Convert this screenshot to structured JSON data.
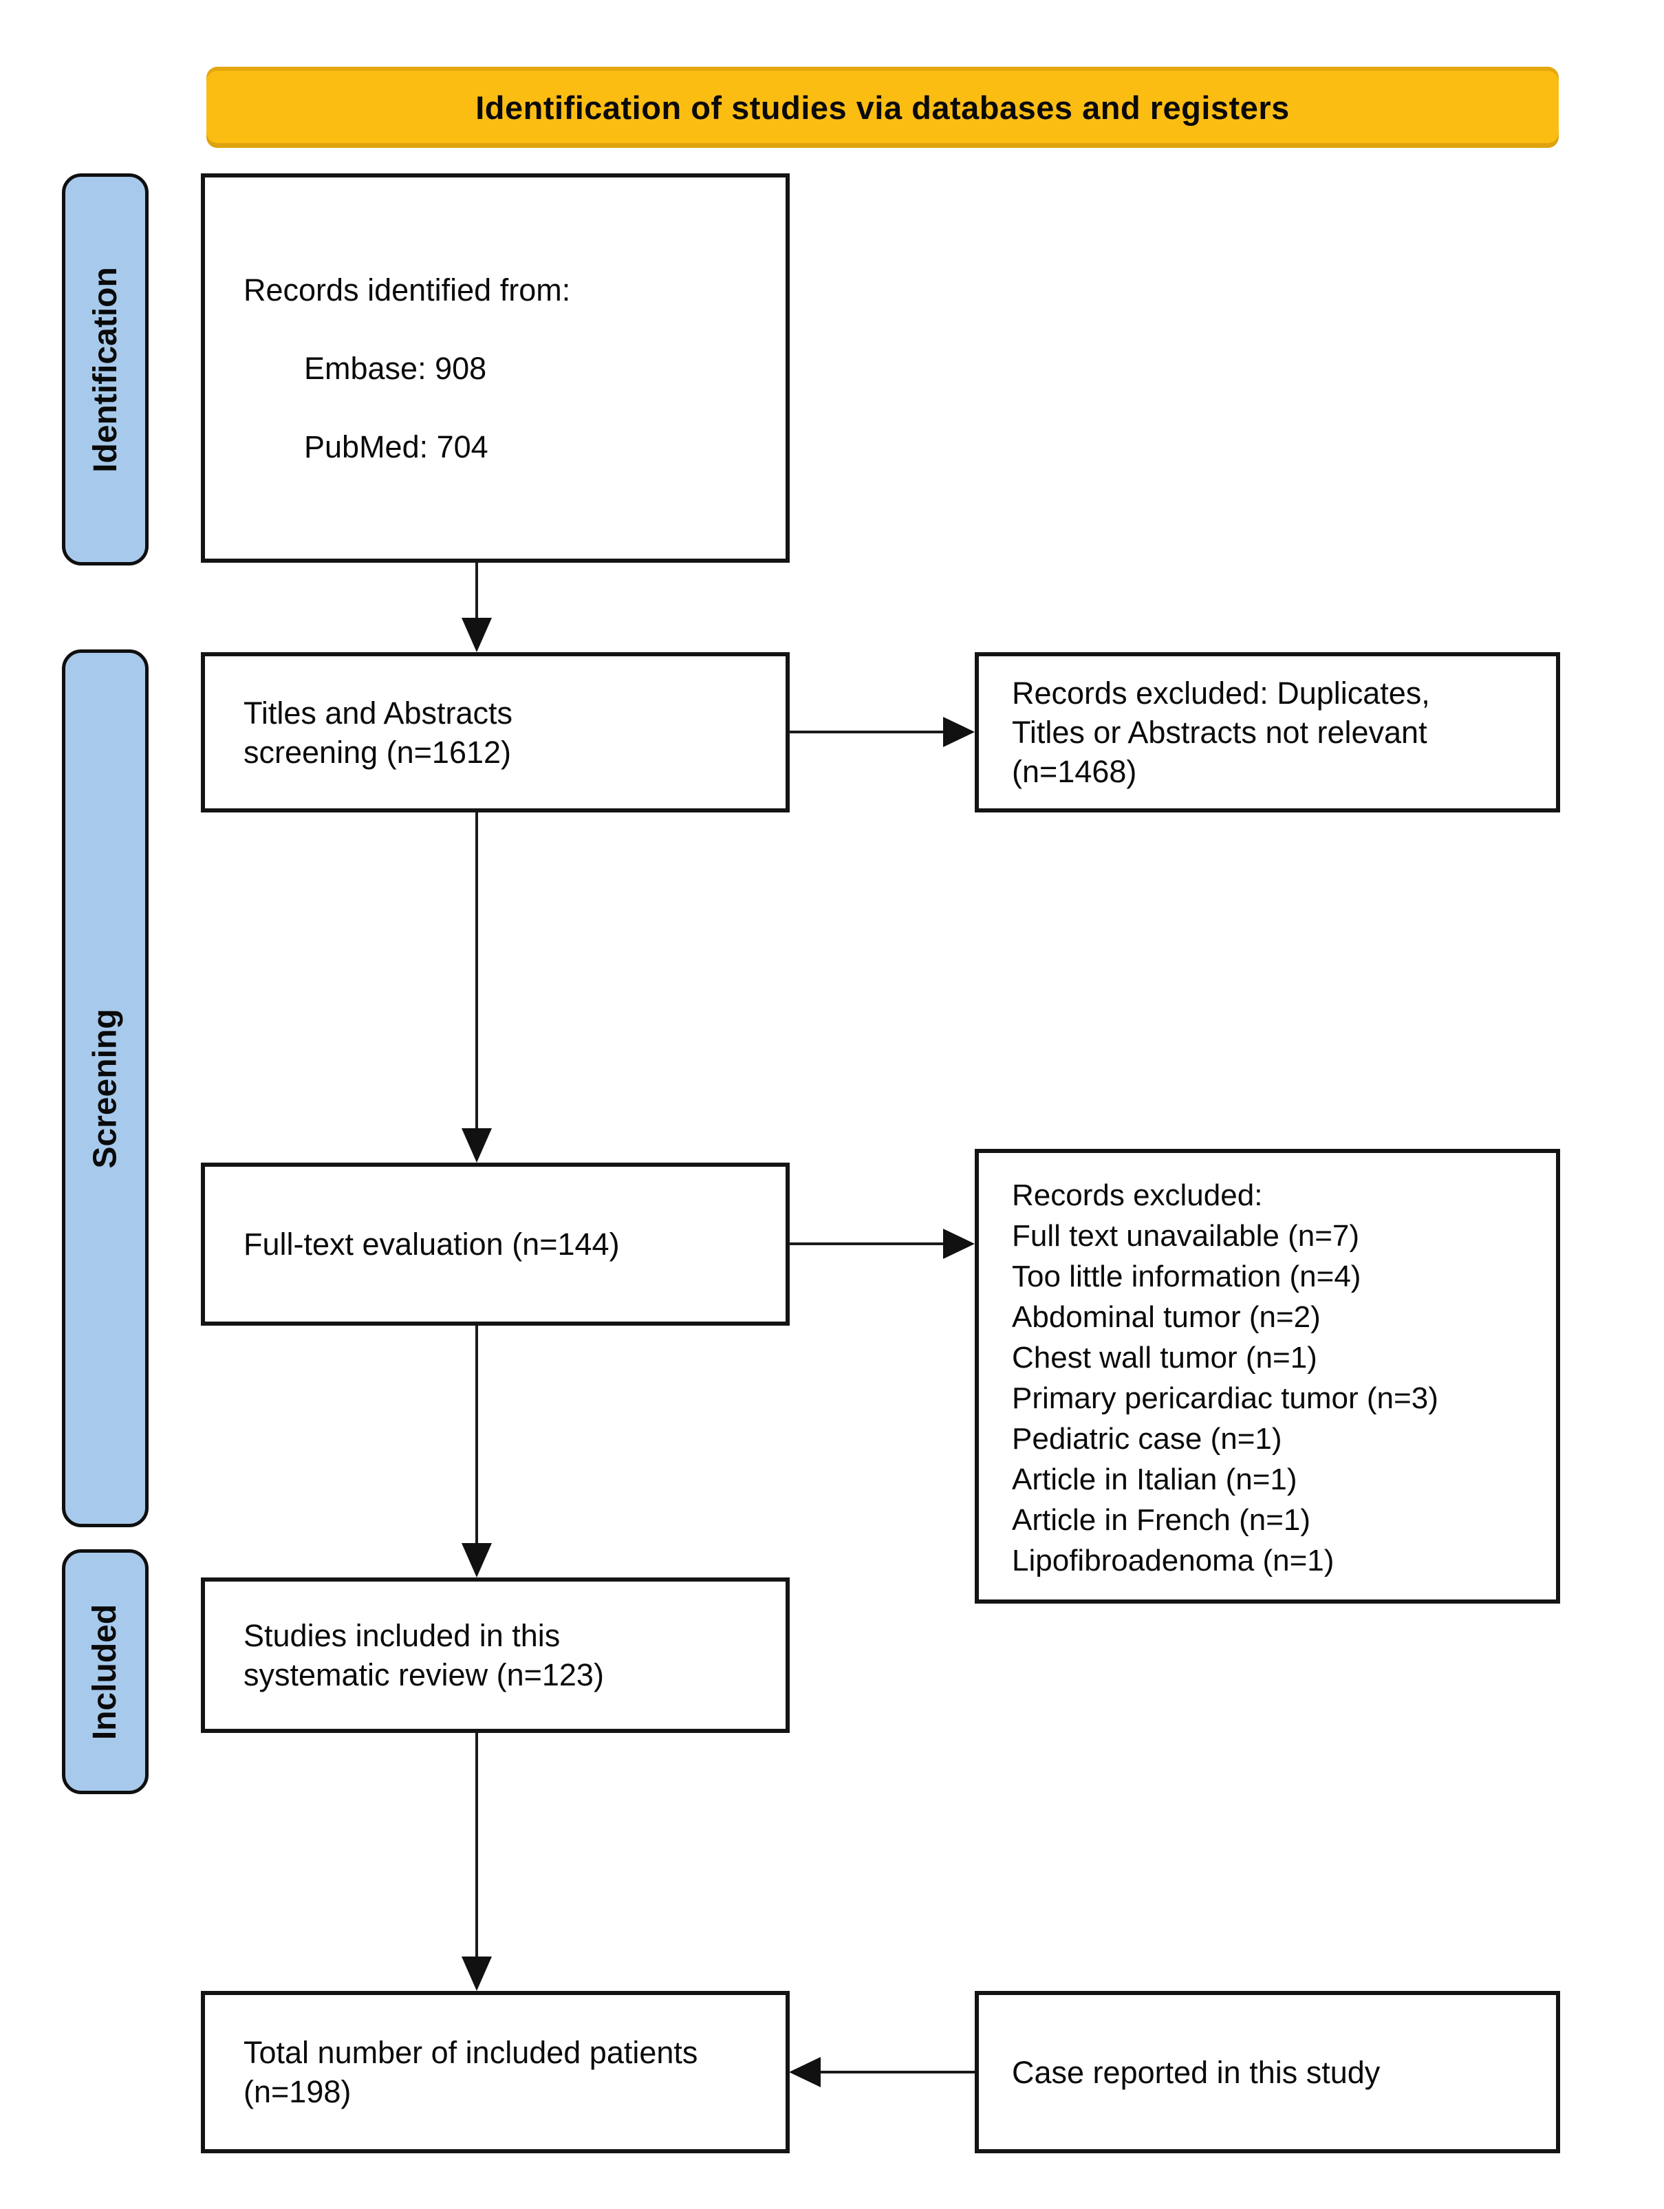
{
  "title_banner": {
    "label": "Identification of studies via databases and registers",
    "bg_color": "#FCBD13",
    "text_color": "#000000"
  },
  "stage_labels": [
    {
      "id": "identification",
      "label": "Identification"
    },
    {
      "id": "screening",
      "label": "Screening"
    },
    {
      "id": "included",
      "label": "Included"
    }
  ],
  "colors": {
    "stage_bg": "#A7C9EB",
    "box_border": "#141414",
    "arrow": "#1A1A1A",
    "background": "#FFFFFF"
  },
  "flow_boxes": {
    "records_identified": {
      "title": "Records identified from:",
      "sources": [
        "Embase: 908",
        "PubMed: 704"
      ]
    },
    "title_abstract_screening": {
      "label": "Titles and Abstracts\nscreening (n=1612)",
      "n": 1612
    },
    "full_text_evaluation": {
      "label": "Full-text evaluation (n=144)",
      "n": 144
    },
    "studies_included": {
      "label": "Studies included in this\nsystematic review (n=123)",
      "n": 123
    },
    "total_patients": {
      "label": "Total number of included patients\n(n=198)",
      "n": 198
    }
  },
  "exclusion_boxes": {
    "screening_excluded": {
      "label": "Records excluded: Duplicates,\nTitles or Abstracts not relevant\n(n=1468)",
      "n": 1468
    },
    "fulltext_excluded": {
      "lines": [
        "Records excluded:",
        "Full text unavailable (n=7)",
        "Too little information (n=4)",
        "Abdominal tumor (n=2)",
        "Chest wall tumor (n=1)",
        "Primary pericardiac tumor (n=3)",
        "Pediatric case (n=1)",
        "Article in Italian (n=1)",
        "Article in French (n=1)",
        "Lipofibroadenoma (n=1)"
      ]
    },
    "case_reported": {
      "label": "Case reported in this study"
    }
  }
}
